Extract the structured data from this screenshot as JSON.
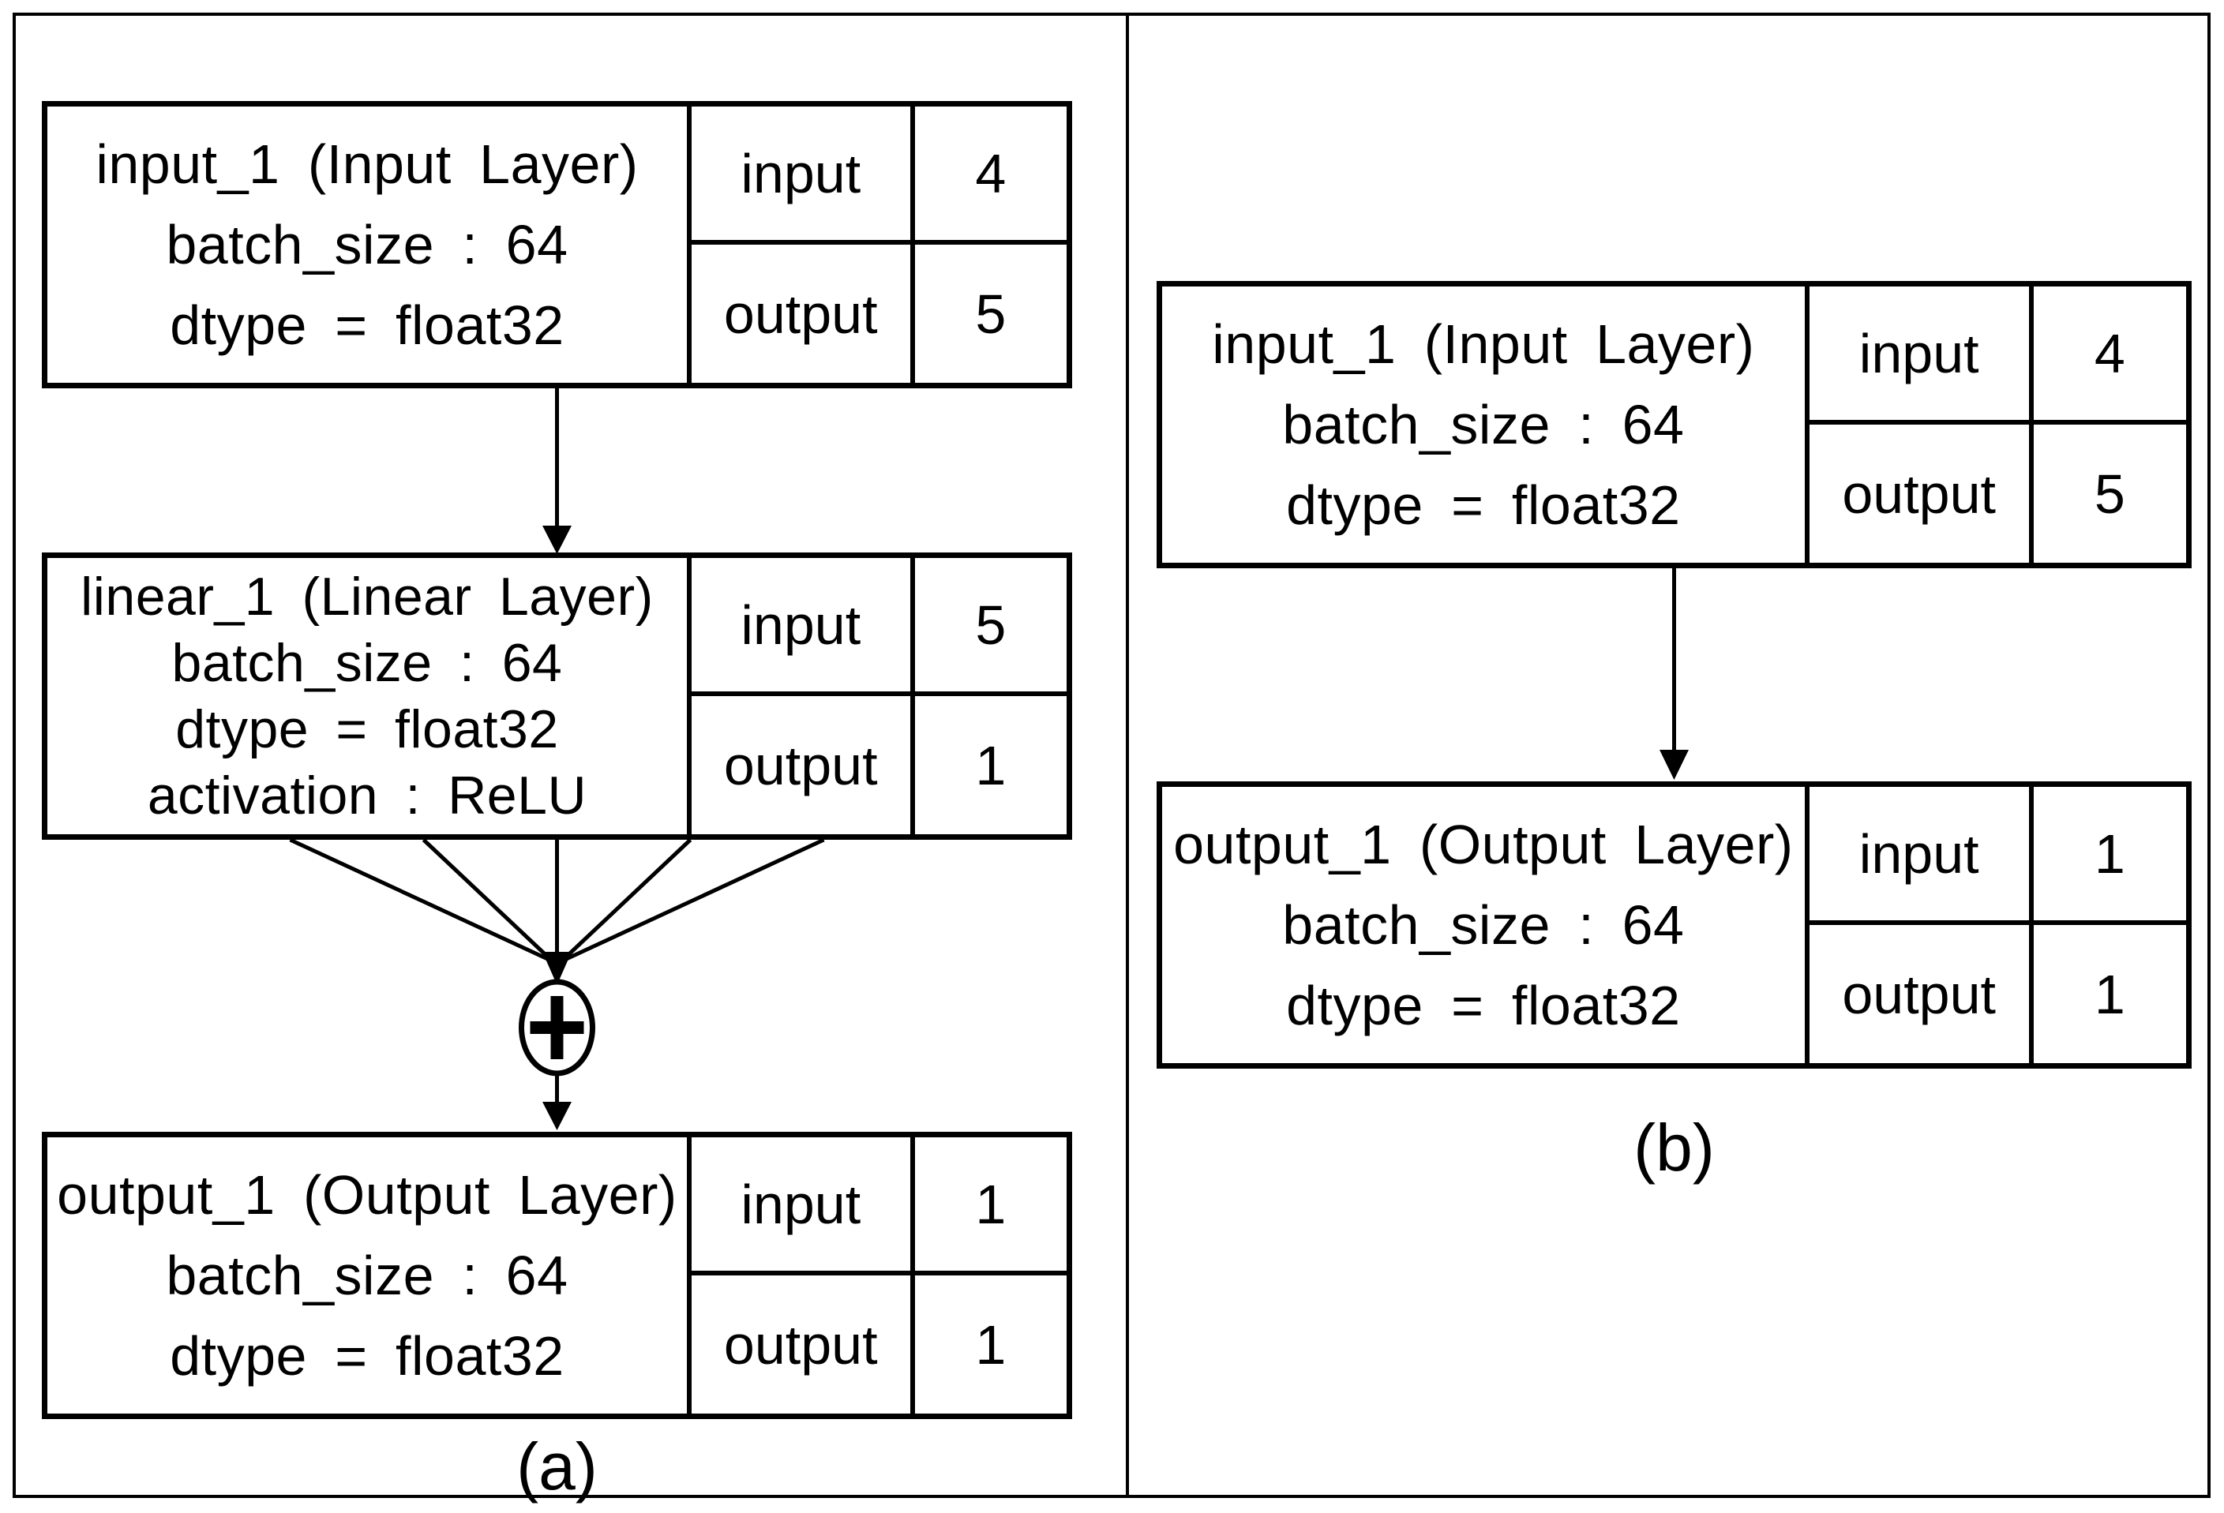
{
  "colors": {
    "ink": "#000000",
    "paper": "#ffffff"
  },
  "panels": {
    "a": {
      "caption": "(a)",
      "merge_icon": "plus-in-circle",
      "merge_symbol": "+",
      "boxes": [
        {
          "title_lines": [
            "input_1 (Input Layer)",
            "batch_size : 64",
            "dtype = float32"
          ],
          "io": [
            {
              "label": "input",
              "value": "4"
            },
            {
              "label": "output",
              "value": "5"
            }
          ]
        },
        {
          "title_lines": [
            "linear_1 (Linear Layer)",
            "batch_size : 64",
            "dtype = float32",
            "activation : ReLU"
          ],
          "io": [
            {
              "label": "input",
              "value": "5"
            },
            {
              "label": "output",
              "value": "1"
            }
          ]
        },
        {
          "title_lines": [
            "output_1 (Output Layer)",
            "batch_size : 64",
            "dtype = float32"
          ],
          "io": [
            {
              "label": "input",
              "value": "1"
            },
            {
              "label": "output",
              "value": "1"
            }
          ]
        }
      ]
    },
    "b": {
      "caption": "(b)",
      "boxes": [
        {
          "title_lines": [
            "input_1 (Input Layer)",
            "batch_size : 64",
            "dtype = float32"
          ],
          "io": [
            {
              "label": "input",
              "value": "4"
            },
            {
              "label": "output",
              "value": "5"
            }
          ]
        },
        {
          "title_lines": [
            "output_1 (Output Layer)",
            "batch_size : 64",
            "dtype = float32"
          ],
          "io": [
            {
              "label": "input",
              "value": "1"
            },
            {
              "label": "output",
              "value": "1"
            }
          ]
        }
      ]
    }
  }
}
